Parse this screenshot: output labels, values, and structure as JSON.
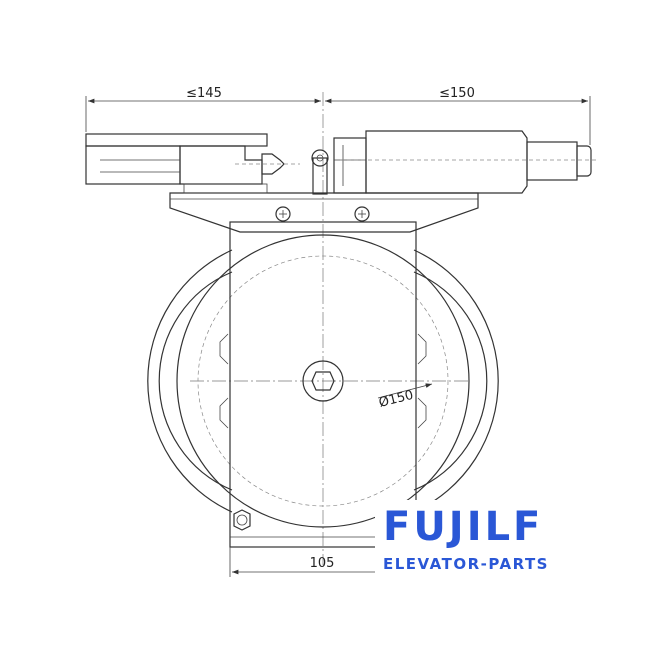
{
  "dimensions": {
    "left_width": "≤145",
    "right_width": "≤150",
    "bottom_width": "105",
    "diameter": "Ø150"
  },
  "watermark": {
    "brand": "FUJILF",
    "tagline": "ELEVATOR-PARTS",
    "color": "#2a57d6"
  }
}
